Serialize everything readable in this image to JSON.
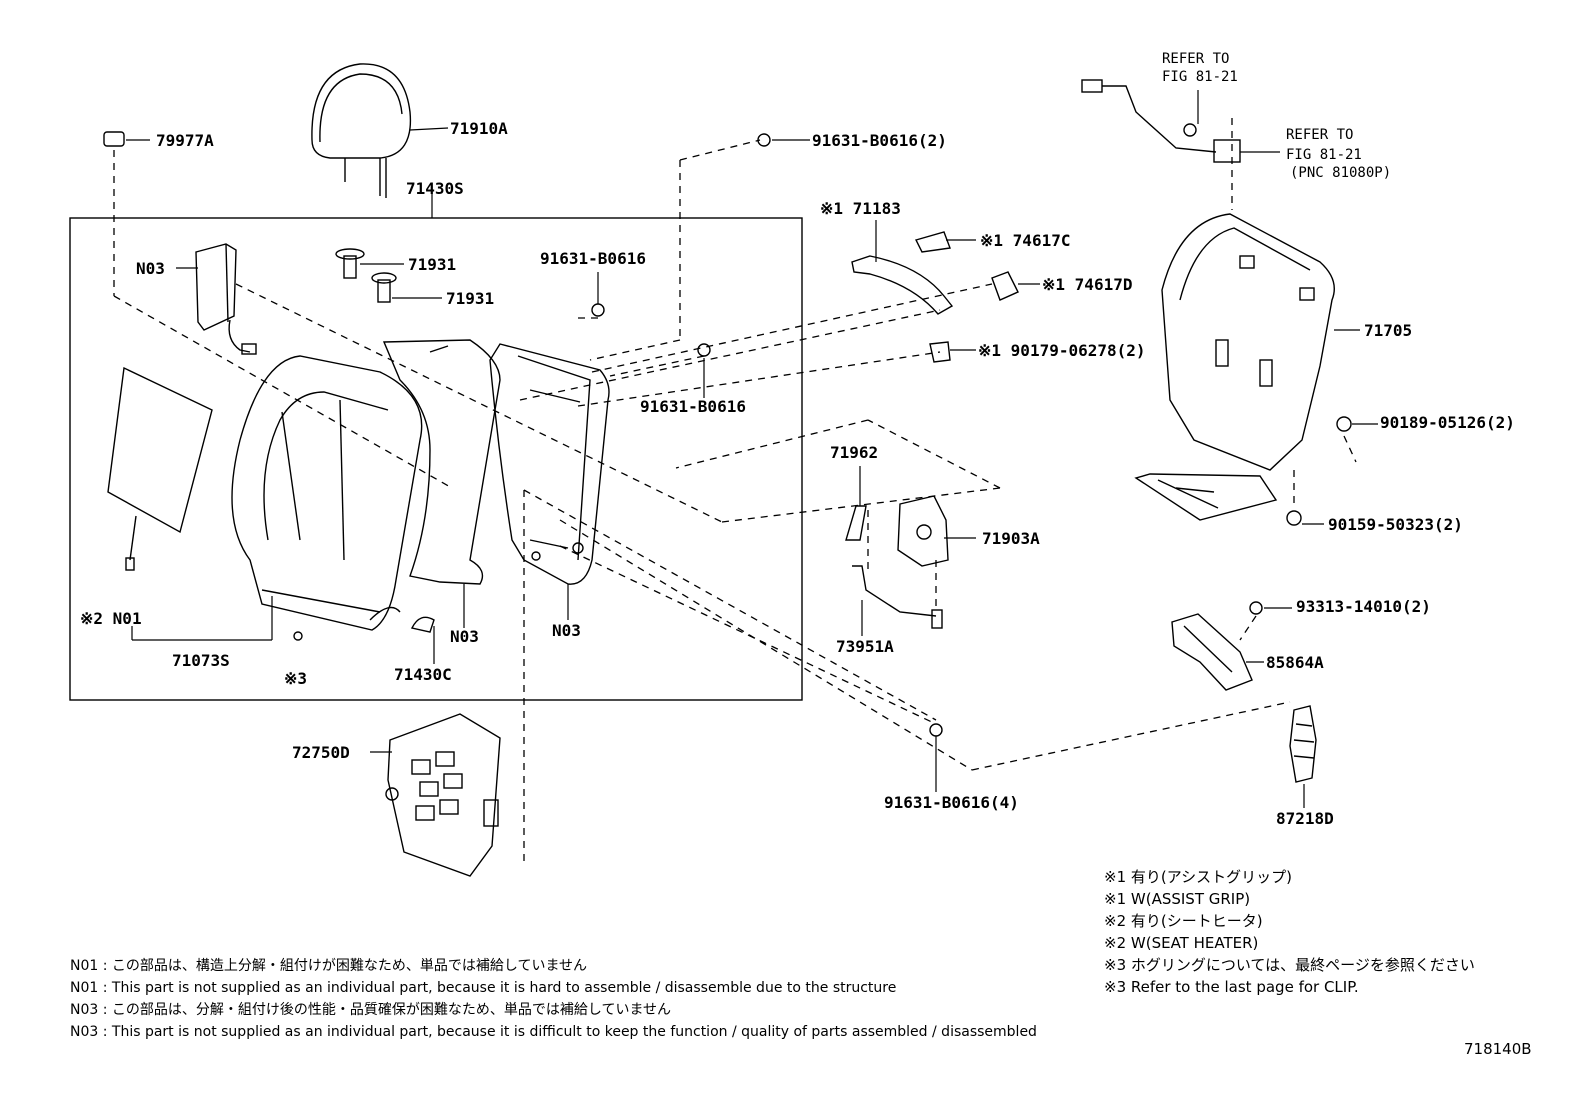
{
  "parts": {
    "p79977A": "79977A",
    "p71910A": "71910A",
    "p71430S": "71430S",
    "n03_a": "N03",
    "p71931_a": "71931",
    "p71931_b": "71931",
    "p91631_b0616_top": "91631-B0616",
    "p91631_b0616_2": "91631-B0616(2)",
    "p91631_b0616_mid": "91631-B0616",
    "n01": "※2 N01",
    "p71073S": "71073S",
    "mark3": "※3",
    "p71430C": "71430C",
    "n03_b": "N03",
    "n03_c": "N03",
    "p71183": "※1 71183",
    "p74617C": "※1 74617C",
    "p74617D": "※1 74617D",
    "p90179": "※1 90179-06278(2)",
    "p71962": "71962",
    "p71903A": "71903A",
    "p73951A": "73951A",
    "p72750D": "72750D",
    "p91631_b0616_4": "91631-B0616(4)",
    "p71705": "71705",
    "p90189": "90189-05126(2)",
    "p90159": "90159-50323(2)",
    "p93313": "93313-14010(2)",
    "p85864A": "85864A",
    "p87218D": "87218D"
  },
  "refs": {
    "ref1_line1": "REFER TO",
    "ref1_line2": "FIG 81-21",
    "ref2_line1": "REFER TO",
    "ref2_line2": "FIG 81-21",
    "ref2_line3": "(PNC 81080P)"
  },
  "legend": [
    "※1  有り(アシストグリップ)",
    "※1  W(ASSIST GRIP)",
    "※2  有り(シートヒータ)",
    "※2  W(SEAT HEATER)",
    "※3  ホグリングについては、最終ページを参照ください",
    "※3  Refer to the last page for CLIP."
  ],
  "notes": [
    "N01 : この部品は、構造上分解・組付けが困難なため、単品では補給していません",
    "N01 : This part is not supplied as an individual part, because it is hard to assemble / disassemble due to the structure",
    "N03 : この部品は、分解・組付け後の性能・品質確保が困難なため、単品では補給していません",
    "N03 : This part is not supplied as an individual part, because it is difficult to keep the function / quality of parts assembled / disassembled"
  ],
  "figure_number": "718140B"
}
